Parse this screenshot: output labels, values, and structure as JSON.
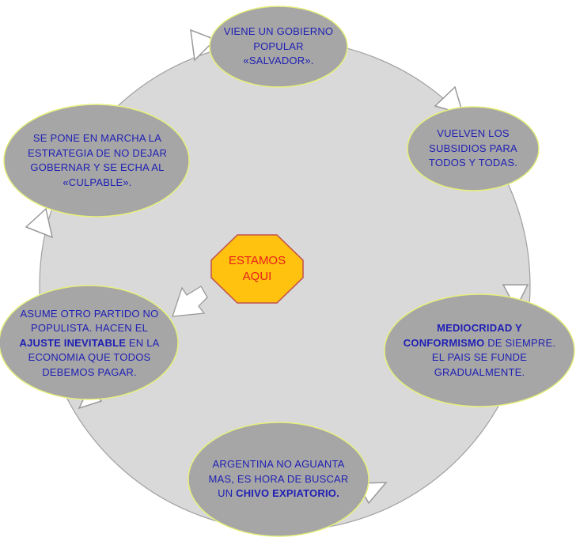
{
  "colors": {
    "big_circle_fill": "#d9d9d9",
    "node_fill": "#a6a6a6",
    "node_border": "#e6f07a",
    "node_text": "#1f1fb4",
    "center_fill": "#ffc20e",
    "center_border": "#c0504d",
    "center_text": "#e8201c",
    "arrow_fill": "#ffffff",
    "arrow_stroke": "#9a9a9a"
  },
  "center": {
    "lines": [
      "ESTAMOS",
      "AQUI"
    ]
  },
  "nodes": [
    {
      "id": "top",
      "lines": [
        [
          {
            "t": "VIENE UN GOBIERNO",
            "b": false
          }
        ],
        [
          {
            "t": "POPULAR",
            "b": false
          }
        ],
        [
          {
            "t": "«SALVADOR».",
            "b": false
          }
        ]
      ]
    },
    {
      "id": "right-top",
      "lines": [
        [
          {
            "t": "VUELVEN LOS",
            "b": false
          }
        ],
        [
          {
            "t": "SUBSIDIOS PARA",
            "b": false
          }
        ],
        [
          {
            "t": "TODOS Y TODAS.",
            "b": false
          }
        ]
      ]
    },
    {
      "id": "right-bottom",
      "lines": [
        [
          {
            "t": "MEDIOCRIDAD Y",
            "b": true
          }
        ],
        [
          {
            "t": "CONFORMISMO",
            "b": true
          },
          {
            "t": " DE SIEMPRE.",
            "b": false
          }
        ],
        [
          {
            "t": "EL PAIS SE FUNDE",
            "b": false
          }
        ],
        [
          {
            "t": "GRADUALMENTE.",
            "b": false
          }
        ]
      ]
    },
    {
      "id": "bottom",
      "lines": [
        [
          {
            "t": "ARGENTINA NO AGUANTA",
            "b": false
          }
        ],
        [
          {
            "t": "MAS, ES HORA DE BUSCAR",
            "b": false
          }
        ],
        [
          {
            "t": "UN ",
            "b": false
          },
          {
            "t": "CHIVO EXPIATORIO.",
            "b": true
          }
        ]
      ]
    },
    {
      "id": "left-bottom",
      "lines": [
        [
          {
            "t": "ASUME OTRO PARTIDO NO",
            "b": false
          }
        ],
        [
          {
            "t": "POPULISTA. HACEN EL",
            "b": false
          }
        ],
        [
          {
            "t": "AJUSTE INEVITABLE",
            "b": true
          },
          {
            "t": " EN LA",
            "b": false
          }
        ],
        [
          {
            "t": "ECONOMIA QUE TODOS",
            "b": false
          }
        ],
        [
          {
            "t": "DEBEMOS PAGAR.",
            "b": false
          }
        ]
      ]
    },
    {
      "id": "left-top",
      "lines": [
        [
          {
            "t": "SE PONE EN MARCHA LA",
            "b": false
          }
        ],
        [
          {
            "t": "ESTRATEGIA DE NO DEJAR",
            "b": false
          }
        ],
        [
          {
            "t": "GOBERNAR Y SE ECHA AL",
            "b": false
          }
        ],
        [
          {
            "t": "«CULPABLE».",
            "b": false
          }
        ]
      ]
    }
  ]
}
